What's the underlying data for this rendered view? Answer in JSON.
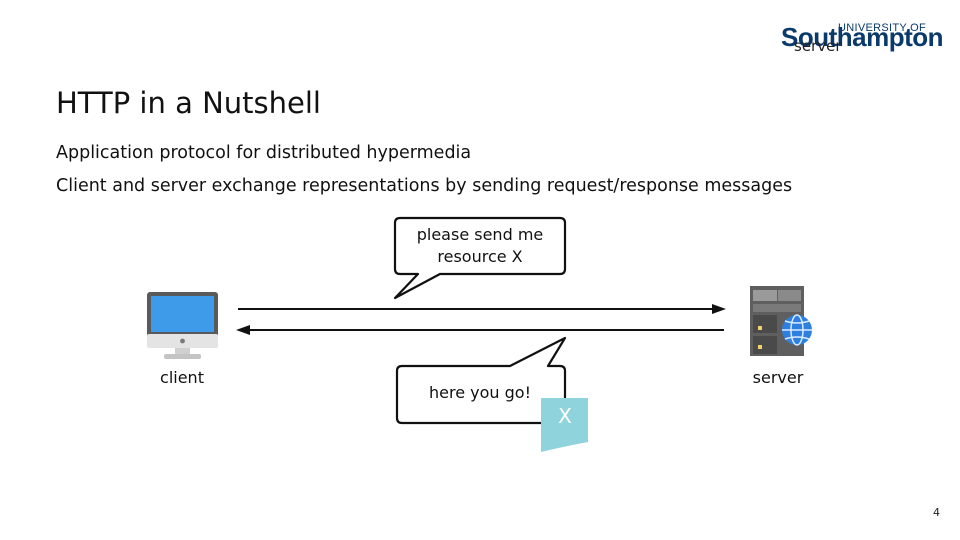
{
  "logo": {
    "university_of": "UNIVERSITY OF",
    "name": "Southampton",
    "overlay_text": "server"
  },
  "slide": {
    "title": "HTTP in a Nutshell",
    "bullets": [
      "Application protocol for distributed hypermedia",
      "Client and server exchange representations by sending request/response messages"
    ],
    "page_number": "4"
  },
  "diagram": {
    "client_label": "client",
    "server_label": "server",
    "request_bubble": [
      "please send me",
      "resource X"
    ],
    "response_bubble": "here you go!",
    "resource_label": "X",
    "colors": {
      "monitor_screen": "#3d9be9",
      "monitor_frame": "#5a5a5a",
      "monitor_stand": "#d8d8d8",
      "server_body": "#5f5f5f",
      "globe": "#2f7fe0",
      "resource_doc": "#8fd3dc"
    }
  }
}
